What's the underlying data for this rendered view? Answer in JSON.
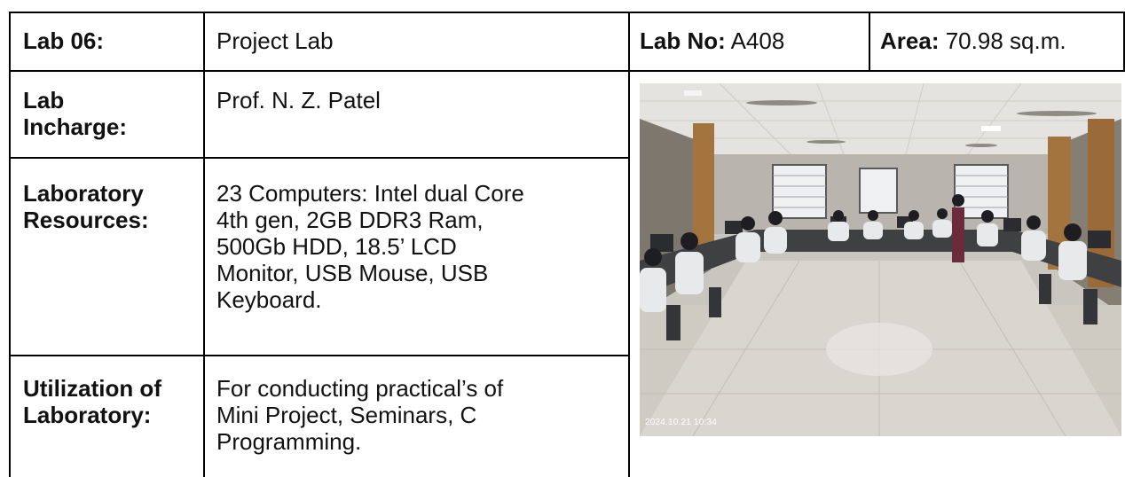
{
  "header": {
    "lab_label": "Lab 06:",
    "lab_name": "Project Lab",
    "lab_no_label": "Lab No:",
    "lab_no_value": "A408",
    "area_label": "Area:",
    "area_value": "70.98 sq.m."
  },
  "rows": {
    "incharge": {
      "label_line1": "Lab",
      "label_line2": "Incharge:",
      "value": "Prof. N. Z. Patel"
    },
    "resources": {
      "label_line1": "Laboratory",
      "label_line2": "Resources:",
      "lines": [
        "23 Computers: Intel dual Core",
        "4th gen, 2GB DDR3 Ram,",
        "500Gb HDD, 18.5’ LCD",
        "Monitor, USB Mouse, USB",
        "Keyboard."
      ]
    },
    "utilization": {
      "label_line1": "Utilization of",
      "label_line2": "Laboratory:",
      "lines": [
        "For conducting practical’s of",
        "Mini Project, Seminars, C",
        "Programming."
      ]
    }
  },
  "photo": {
    "timestamp": "2024.10.21 10:34"
  }
}
